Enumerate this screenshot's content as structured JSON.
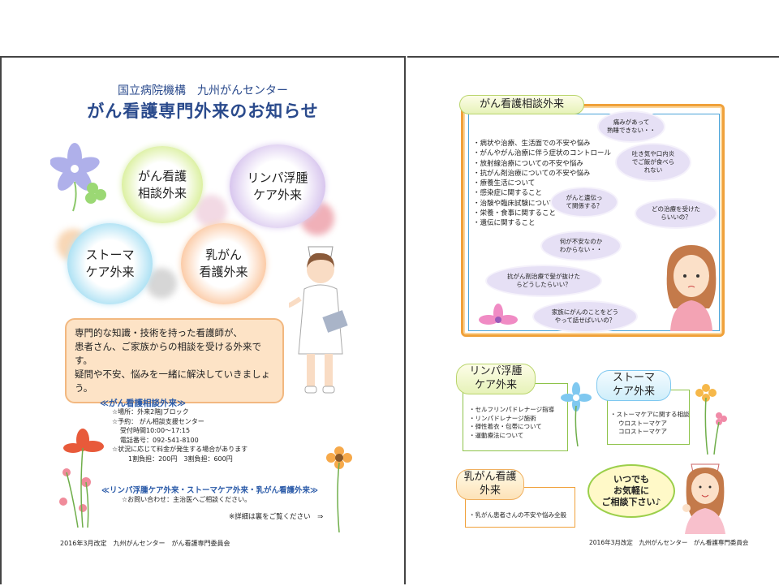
{
  "left": {
    "org": "国立病院機構　九州がんセンター",
    "title": "がん看護専門外来のお知らせ",
    "bubbles": [
      "がん看護\n相談外来",
      "リンパ浮腫\nケア外来",
      "ストーマ\nケア外来",
      "乳がん\n看護外来"
    ],
    "description": [
      "専門的な知識・技術を持った看護師が、",
      "患者さん、ご家族からの相談を受ける外来です。",
      "疑問や不安、悩みを一緒に解決していきましょう。"
    ],
    "info_heading_1": "≪がん看護相談外来≫",
    "info_lines_1": [
      "☆場所：外来2階Jブロック",
      "☆予約：  がん相談支援センター",
      "受付時間10:00～17:15",
      "電話番号：092-541-8100",
      "☆状況に応じて料金が発生する場合があります",
      "1割負担：200円　3割負担：600円"
    ],
    "info_heading_2": "≪リンパ浮腫ケア外来・ストーマケア外来・乳がん看護外来≫",
    "info_line_2": "☆お問い合わせ：主治医へご相談ください。",
    "see_back": "※詳細は裏をご覧ください　⇒",
    "footer": "2016年3月改定　九州がんセンター　がん看護専門委員会"
  },
  "right": {
    "consult_title": "がん看護相談外来",
    "consult_items": [
      "・病状や治療、生活面での不安や悩み",
      "・がんやがん治療に伴う症状のコントロール",
      "・放射線治療についての不安や悩み",
      "・抗がん剤治療についての不安や悩み",
      "・療養生活について",
      "・感染症に関すること",
      "・治験や臨床試験について",
      "・栄養・食事に関すること",
      "・遺伝に関すること"
    ],
    "clouds": [
      "痛みがあって\n熟睡できない・・",
      "吐き気や口内炎\nでご飯が食べら\nれない",
      "がんと遺伝っ\nて関係する？",
      "どの治療を受けた\nらいいの？",
      "何が不安なのか\nわからない・・",
      "抗がん剤治療で髪が抜けた\nらどうしたらいい？",
      "家族にがんのことをどう\nやって話せばいいの？"
    ],
    "lymph_title": "リンパ浮腫\nケア外来",
    "lymph_items": [
      "・セルフリンパドレナージ指導",
      "・リンパドレナージ施術",
      "・弾性着衣・包帯について",
      "・運動療法について"
    ],
    "stoma_title": "ストーマ\nケア外来",
    "stoma_items": [
      "・ストーマケアに関する相談",
      "ウロストーマケア",
      "コロストーマケア"
    ],
    "breast_title": "乳がん看護\n外来",
    "breast_items": [
      "・乳がん患者さんの不安や悩み全般"
    ],
    "callout": "いつでも\nお気軽に\nご相談下さい♪",
    "footer": "2016年3月改定　九州がんセンター　がん看護専門委員会"
  },
  "colors": {
    "title_blue": "#2a4a8c",
    "accent_orange": "#f0a13a",
    "accent_green": "#b9d56c",
    "frame_blue": "#4aa3d8"
  }
}
